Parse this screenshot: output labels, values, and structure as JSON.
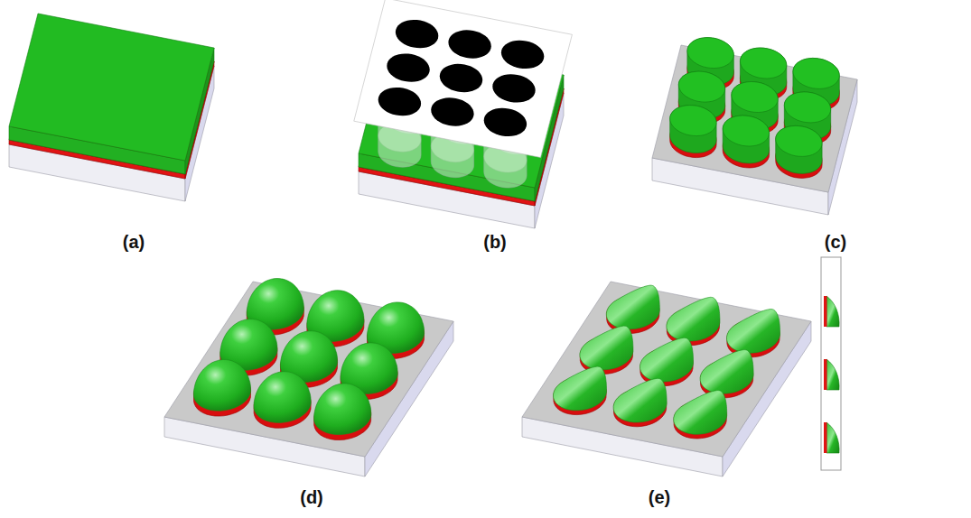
{
  "diagram": {
    "labels": [
      "(a)",
      "(b)",
      "(c)",
      "(d)",
      "(e)"
    ]
  }
}
